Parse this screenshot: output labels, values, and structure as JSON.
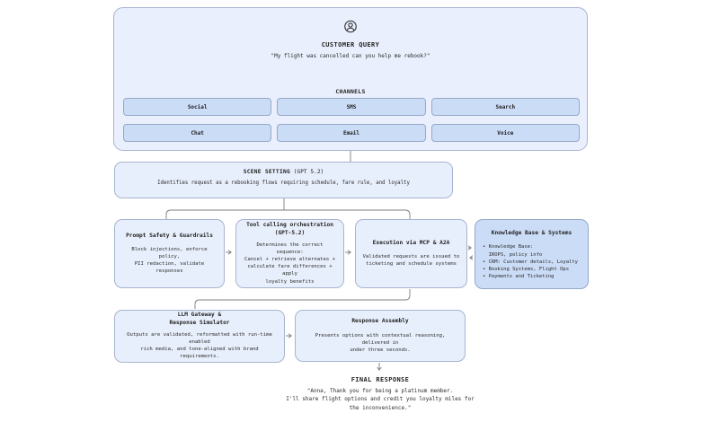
{
  "customer": {
    "title": "CUSTOMER QUERY",
    "quote": "\"My flight was cancelled can you help me rebook?\"",
    "icon": "user-circle-icon"
  },
  "channels": {
    "title": "CHANNELS",
    "items": [
      "Social",
      "SMS",
      "Search",
      "Chat",
      "Email",
      "Voice"
    ]
  },
  "scene": {
    "title": "SCENE SETTING",
    "model": " (GPT 5.2)",
    "body": "Identifies request as a rebooking flows requiring schedule, fare rule, and loyalty"
  },
  "pipeline": {
    "prompt_safety": {
      "title": "Prompt Safety & Guardrails",
      "body": "Block injections, enforce policy,\nPII redaction, validate responses"
    },
    "tool_calling": {
      "title": "Tool calling orchestration\n(GPT-5.2)",
      "body": "Determines the correct sequence:\nCancel + retrieve alternates +\ncalculate fare differences + apply\nloyalty benefits"
    },
    "execution": {
      "title": "Execution via MCP & A2A",
      "body": "Validated requests are issued to\nticketing and schedule systems"
    },
    "knowledge": {
      "title": "Knowledge Base & Systems",
      "bullets": [
        "• Knowledge Base:\n  IROPS, policy info",
        "• CRM: Customer details, Loyalty",
        "• Booking Systems, Flight Ops",
        "• Payments and Ticketing"
      ]
    }
  },
  "bottom": {
    "gateway": {
      "title": "LLM Gateway &\nResponse Simulator",
      "body": "Outputs are validated, reformatted with run-time enabled\nrich media, and tone-aligned with brand requirements."
    },
    "assembly": {
      "title": "Response Assembly",
      "body": "Presents options with contextual reasoning, delivered in\nunder three seconds."
    }
  },
  "final": {
    "title": "FINAL RESPONSE",
    "quote": "\"Anna, Thank you for being a platinum member.\nI'll share flight options and credit you loyalty miles for\nthe inconvenience.\""
  },
  "colors": {
    "container_fill": "#e9effc",
    "node_fill": "#e8effc",
    "accent_fill": "#cbdcf7",
    "border": "#a6b4cf",
    "accent_border": "#95a8c9",
    "line": "#7d7d7d",
    "text": "#1f1f1f"
  }
}
